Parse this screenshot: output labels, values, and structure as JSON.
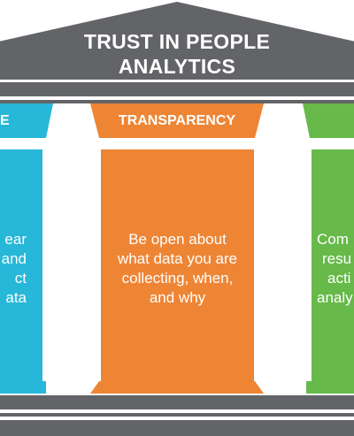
{
  "title_line1": "TRUST IN PEOPLE",
  "title_line2": "ANALYTICS",
  "pillars": {
    "left": {
      "cap_label_fragment": "E",
      "text_fragments": [
        "ear",
        "and",
        "ct",
        "ata"
      ],
      "color": "#27b7d8"
    },
    "center": {
      "cap_label": "TRANSPARENCY",
      "text_lines": [
        "Be open about",
        "what data you are",
        "collecting, when,",
        "and why"
      ],
      "color": "#ee8535"
    },
    "right": {
      "text_fragments": [
        "Com",
        "resu",
        "acti",
        "analy"
      ],
      "color": "#67b94a"
    }
  },
  "colors": {
    "roof": "#636467",
    "band": "#636467"
  }
}
